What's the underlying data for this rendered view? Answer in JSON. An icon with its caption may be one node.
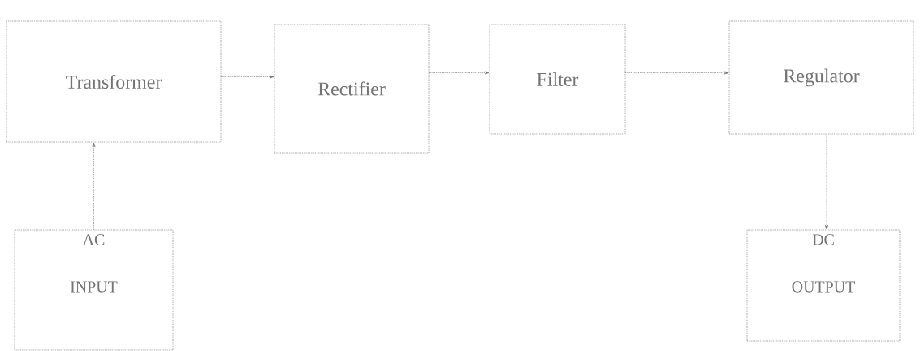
{
  "diagram": {
    "nodes": [
      {
        "text": [
          "Transformer"
        ]
      },
      {
        "text": [
          "Rectifier"
        ]
      },
      {
        "text": [
          "Filter"
        ]
      },
      {
        "text": [
          "Regulator"
        ]
      },
      {
        "text": [
          "AC",
          "INPUT"
        ]
      },
      {
        "text": [
          "DC",
          "OUTPUT"
        ]
      }
    ],
    "edges": [
      {
        "from": 0,
        "to": 1,
        "arrow": "to"
      },
      {
        "from": 1,
        "to": 2,
        "arrow": "to"
      },
      {
        "from": 2,
        "to": 3,
        "arrow": "to"
      },
      {
        "from": 4,
        "to": 0,
        "arrow": "to"
      },
      {
        "from": 3,
        "to": 5,
        "arrow": "to"
      }
    ]
  }
}
